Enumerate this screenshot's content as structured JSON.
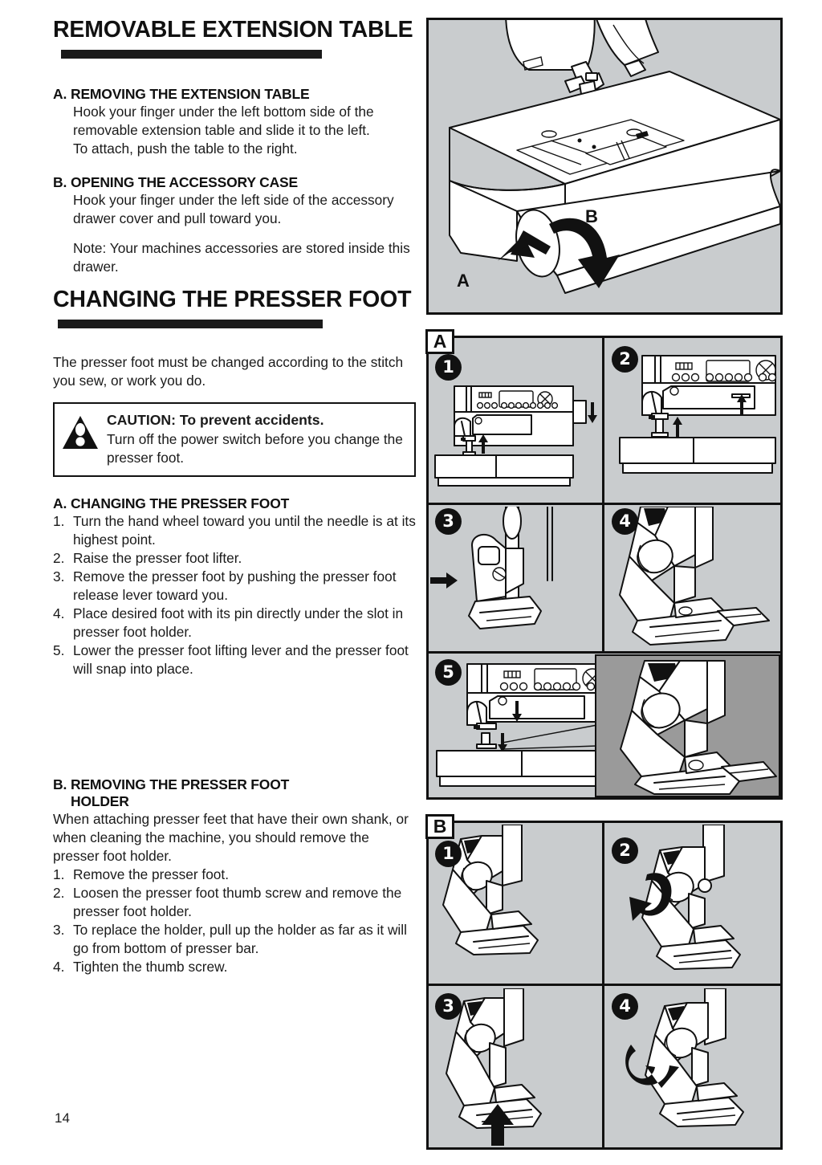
{
  "page": {
    "number": "14"
  },
  "sections": [
    {
      "id": "removable-extension-table",
      "title": "REMOVABLE EXTENSION TABLE",
      "subsections": [
        {
          "letter": "A.",
          "heading": "REMOVING THE EXTENSION TABLE",
          "paragraphs": [
            "Hook your finger under the left bottom side of the removable extension table and slide it to the left.",
            "To attach, push the table to the right."
          ]
        },
        {
          "letter": "B.",
          "heading": "OPENING THE ACCESSORY CASE",
          "paragraphs": [
            "Hook your finger under the left side of the accessory drawer cover and pull toward you.",
            "Note:  Your machines accessories are stored inside this drawer."
          ]
        }
      ]
    },
    {
      "id": "changing-the-presser-foot",
      "title": "CHANGING THE PRESSER FOOT",
      "intro": "The presser foot must be changed according to the stitch you sew, or work you do.",
      "caution": {
        "title": "CAUTION: To prevent accidents.",
        "body": "Turn off the power switch before you change the presser foot.",
        "icon": "warning-triangle-icon"
      },
      "subsections": [
        {
          "letter": "A.",
          "heading": "CHANGING THE PRESSER FOOT",
          "steps": [
            {
              "n": "1.",
              "text": "Turn the hand wheel toward you until the needle is at its highest point."
            },
            {
              "n": "2.",
              "text": "Raise the presser foot lifter."
            },
            {
              "n": "3.",
              "text": "Remove the presser foot by pushing the presser foot release lever toward you."
            },
            {
              "n": "4.",
              "text": "Place desired foot with its pin directly under the slot in presser foot holder."
            },
            {
              "n": "5.",
              "text": "Lower the presser foot lifting lever and the presser foot will snap into place."
            }
          ]
        },
        {
          "letter": "B.",
          "heading_line1": "REMOVING THE PRESSER FOOT",
          "heading_line2": "HOLDER",
          "paragraph": "When attaching presser feet that have their own shank, or when cleaning the machine, you should remove the presser foot holder.",
          "steps": [
            {
              "n": "1.",
              "text": "Remove the presser foot."
            },
            {
              "n": "2.",
              "text": "Loosen the presser foot thumb screw and remove the presser foot holder."
            },
            {
              "n": "3.",
              "text": "To replace the holder, pull up the holder as far as it will go from bottom of presser bar."
            },
            {
              "n": "4.",
              "text": "Tighten the thumb screw."
            }
          ]
        }
      ]
    }
  ],
  "figures": {
    "extension_table": {
      "name": "extension-table-illustration",
      "labels": [
        {
          "text": "A",
          "meaning": "slide-extension-table-left"
        },
        {
          "text": "B",
          "meaning": "open-accessory-drawer"
        }
      ]
    },
    "changing_presser_foot": {
      "name": "changing-presser-foot-steps",
      "tab": "A",
      "steps": [
        "1",
        "2",
        "3",
        "4",
        "5"
      ]
    },
    "removing_foot_holder": {
      "name": "removing-presser-foot-holder-steps",
      "tab": "B",
      "steps": [
        "1",
        "2",
        "3",
        "4"
      ]
    }
  },
  "colors": {
    "ink": "#111111",
    "panel_gray": "#c9ccce",
    "inset_gray": "#9a9a9a",
    "paper": "#ffffff"
  }
}
